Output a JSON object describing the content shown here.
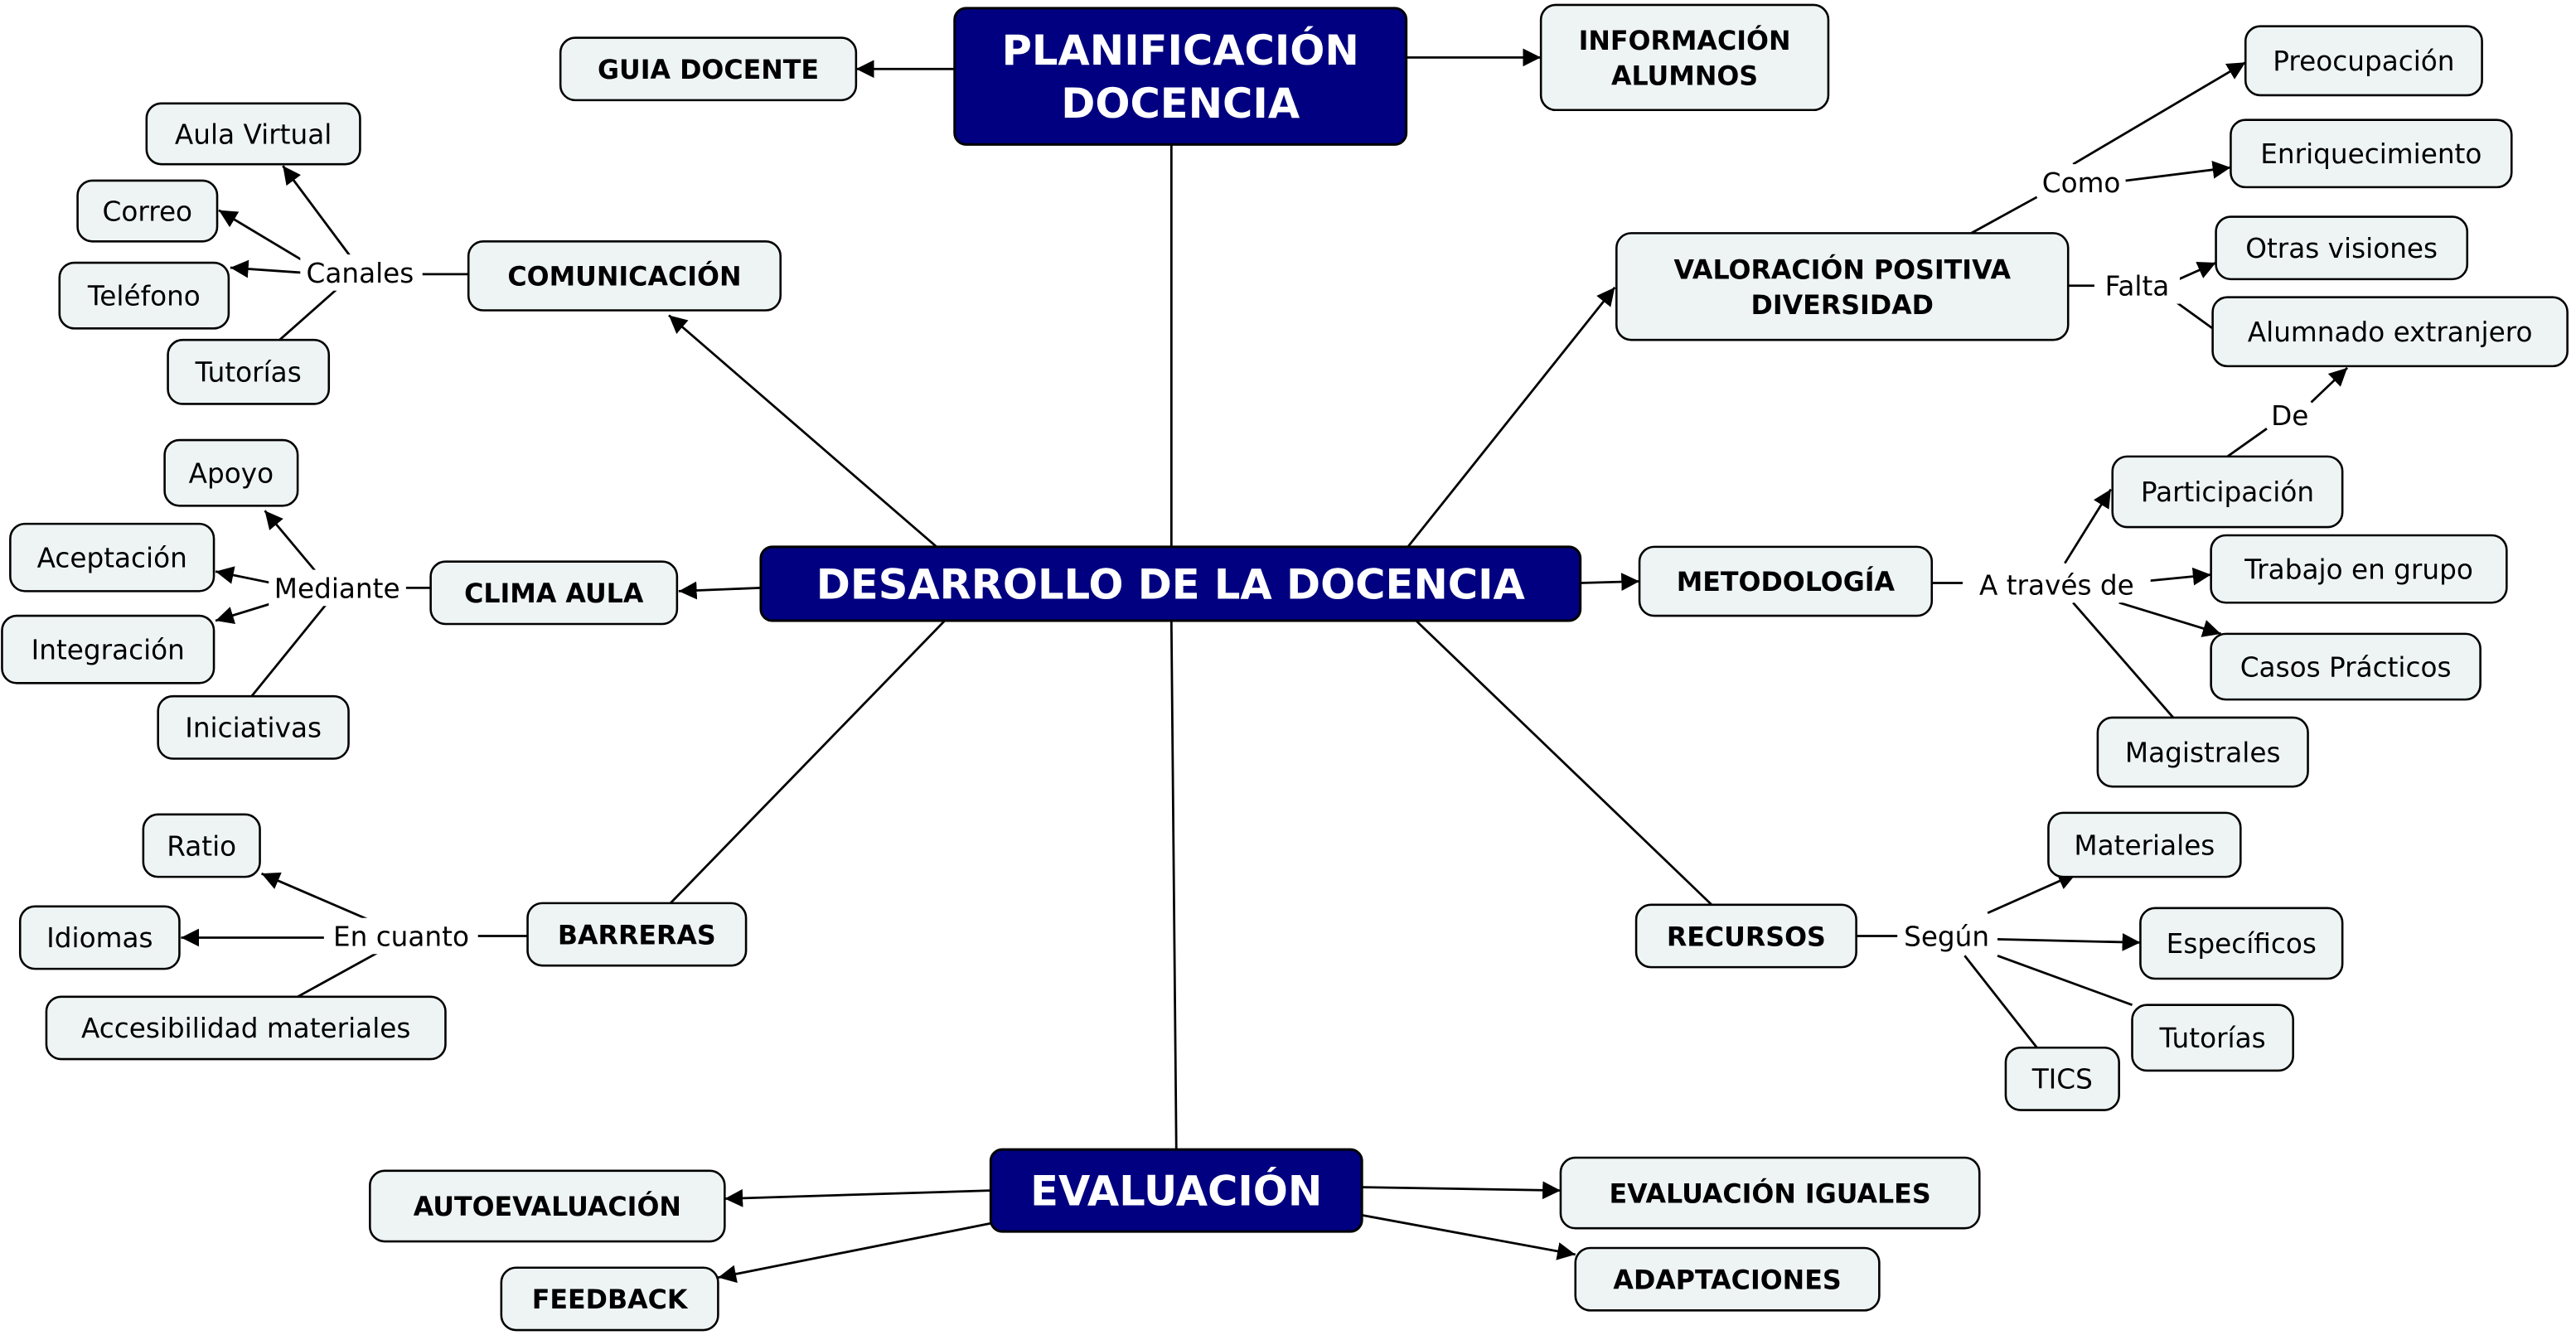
{
  "nodes": {
    "center": {
      "label": [
        "DESARROLLO DE LA DOCENCIA"
      ]
    },
    "plan": {
      "label": [
        "PLANIFICACIÓN",
        "DOCENCIA"
      ]
    },
    "eval": {
      "label": [
        "EVALUACIÓN"
      ]
    },
    "guia": {
      "label": [
        "GUIA DOCENTE"
      ]
    },
    "info": {
      "label": [
        "INFORMACIÓN",
        "ALUMNOS"
      ]
    },
    "comunic": {
      "label": [
        "COMUNICACIÓN"
      ]
    },
    "clima": {
      "label": [
        "CLIMA AULA"
      ]
    },
    "barreras": {
      "label": [
        "BARRERAS"
      ]
    },
    "valor": {
      "label": [
        "VALORACIÓN POSITIVA",
        "DIVERSIDAD"
      ]
    },
    "metod": {
      "label": [
        "METODOLOGÍA"
      ]
    },
    "recursos": {
      "label": [
        "RECURSOS"
      ]
    },
    "autoeval": {
      "label": [
        "AUTOEVALUACIÓN"
      ]
    },
    "feedback": {
      "label": [
        "FEEDBACK"
      ]
    },
    "evalig": {
      "label": [
        "EVALUACIÓN IGUALES"
      ]
    },
    "adapt": {
      "label": [
        "ADAPTACIONES"
      ]
    },
    "aula": {
      "label": [
        "Aula Virtual"
      ]
    },
    "correo": {
      "label": [
        "Correo"
      ]
    },
    "telefono": {
      "label": [
        "Teléfono"
      ]
    },
    "tutorias": {
      "label": [
        "Tutorías"
      ]
    },
    "apoyo": {
      "label": [
        "Apoyo"
      ]
    },
    "aceptacion": {
      "label": [
        "Aceptación"
      ]
    },
    "integracion": {
      "label": [
        "Integración"
      ]
    },
    "iniciativas": {
      "label": [
        "Iniciativas"
      ]
    },
    "ratio": {
      "label": [
        "Ratio"
      ]
    },
    "idiomas": {
      "label": [
        "Idiomas"
      ]
    },
    "accesib": {
      "label": [
        "Accesibilidad materiales"
      ]
    },
    "preocup": {
      "label": [
        "Preocupación"
      ]
    },
    "enriq": {
      "label": [
        "Enriquecimiento"
      ]
    },
    "otras": {
      "label": [
        "Otras visiones"
      ]
    },
    "alumnado": {
      "label": [
        "Alumnado extranjero"
      ]
    },
    "particip": {
      "label": [
        "Participación"
      ]
    },
    "trabajo": {
      "label": [
        "Trabajo en grupo"
      ]
    },
    "casos": {
      "label": [
        "Casos Prácticos"
      ]
    },
    "magistrales": {
      "label": [
        "Magistrales"
      ]
    },
    "materiales": {
      "label": [
        "Materiales"
      ]
    },
    "especificos": {
      "label": [
        "Específicos"
      ]
    },
    "tutorias2": {
      "label": [
        "Tutorías"
      ]
    },
    "tics": {
      "label": [
        "TICS"
      ]
    }
  },
  "link_labels": {
    "canales": "Canales",
    "mediante": "Mediante",
    "encuanto": "En cuanto",
    "como": "Como",
    "falta": "Falta",
    "de": "De",
    "atraves": "A través de",
    "segun": "Según"
  },
  "colors": {
    "main": "#000080",
    "node": "#eef4f4"
  }
}
